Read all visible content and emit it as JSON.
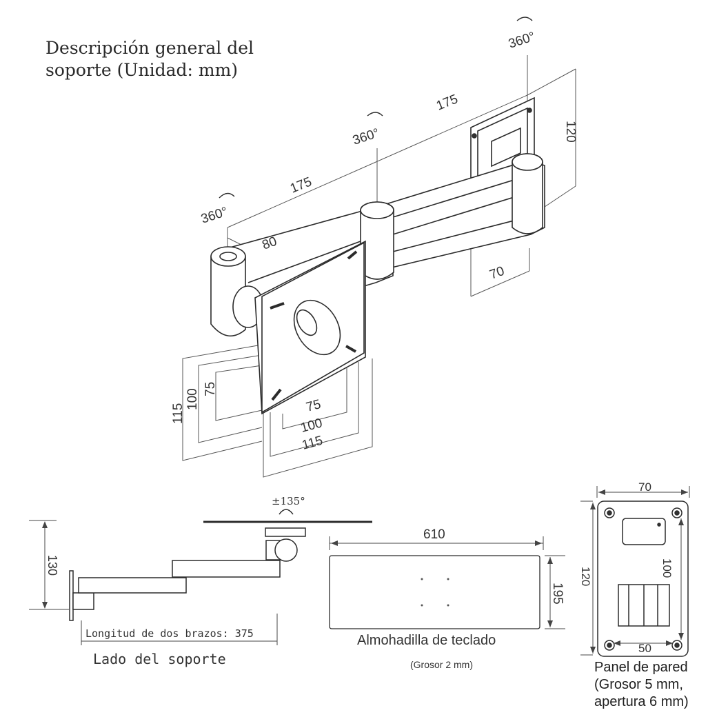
{
  "title": {
    "line1": "Descripción general del",
    "line2": "soporte (Unidad: mm)"
  },
  "rotation_label": "360°",
  "tilt_label": "±135°",
  "main_view": {
    "arm1_length": "175",
    "arm2_length": "175",
    "wall_plate_height": "120",
    "wall_plate_width": "70",
    "arm_offset": "80",
    "vesa_inner": "75",
    "vesa_middle": "100",
    "vesa_outer": "115"
  },
  "side_view": {
    "height": "130",
    "arm_length_caption": "Longitud de dos brazos: 375",
    "caption": "Lado del soporte"
  },
  "keyboard_pad": {
    "width": "610",
    "height": "195",
    "caption": "Almohadilla de teclado",
    "thickness": "(Grosor 2 mm)"
  },
  "wall_panel": {
    "width": "70",
    "height": "120",
    "hole_vertical": "100",
    "hole_horizontal": "50",
    "caption_line1": "Panel de pared",
    "caption_line2": "(Grosor 5 mm,",
    "caption_line3": "apertura 6 mm)"
  }
}
